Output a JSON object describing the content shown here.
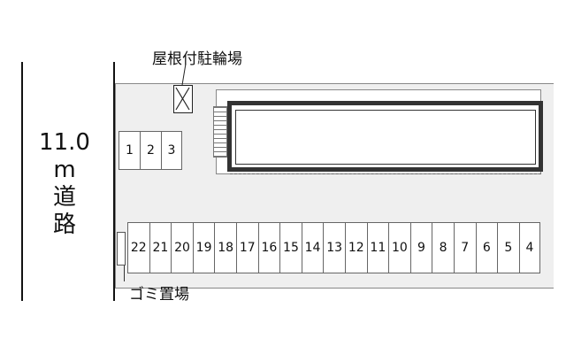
{
  "road": {
    "width_text": "11.0",
    "unit": "m",
    "char1": "道",
    "char2": "路"
  },
  "labels": {
    "bicycle_parking": "屋根付駐輪場",
    "garbage_area": "ゴミ置場"
  },
  "small_slots": [
    "1",
    "2",
    "3"
  ],
  "big_slots": [
    "22",
    "21",
    "20",
    "19",
    "18",
    "17",
    "16",
    "15",
    "14",
    "13",
    "12",
    "11",
    "10",
    "9",
    "8",
    "7",
    "6",
    "5",
    "4"
  ]
}
